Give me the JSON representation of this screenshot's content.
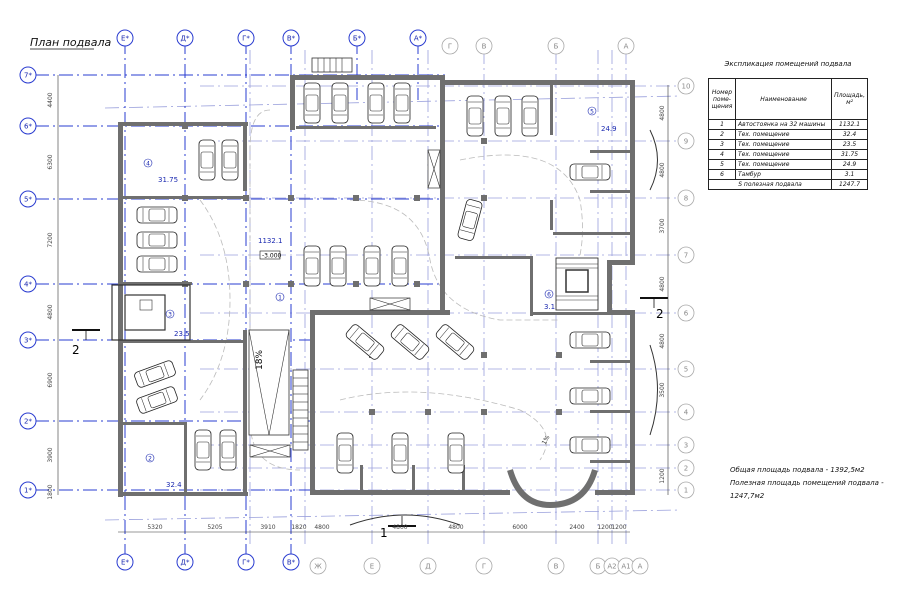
{
  "plan_title": "План подвала",
  "legend": {
    "caption": "Экспликация помещений подвала",
    "headers": {
      "num": "Номер поме- щения",
      "name": "Наименование",
      "area": "Площадь, м²"
    },
    "rows": [
      {
        "num": "1",
        "name": "Автостоянка на 32 машины",
        "area": "1132.1"
      },
      {
        "num": "2",
        "name": "Тех. помещение",
        "area": "32.4"
      },
      {
        "num": "3",
        "name": "Тех. помещение",
        "area": "23.5"
      },
      {
        "num": "4",
        "name": "Тех. помещение",
        "area": "31.75"
      },
      {
        "num": "5",
        "name": "Тех. помещение",
        "area": "24.9"
      },
      {
        "num": "6",
        "name": "Тамбур",
        "area": "3.1"
      }
    ],
    "total_row": {
      "name": "S полезная подвала",
      "area": "1247.7"
    }
  },
  "totals": {
    "gross": "Общая площадь подвала - 1392,5м2",
    "useful": "Полезная площадь помещений подвала - 1247,7м2"
  },
  "axes_left": [
    "7*",
    "6*",
    "5*",
    "4*",
    "3*",
    "2*",
    "1*"
  ],
  "axes_top": [
    "Е*",
    "Д*",
    "Г*",
    "В*",
    "Б*",
    "А*"
  ],
  "axes_top_faint": [
    "Г",
    "В",
    "Б",
    "А"
  ],
  "axes_right": [
    "10",
    "9",
    "8",
    "7",
    "6",
    "5",
    "4",
    "3",
    "2",
    "1"
  ],
  "axes_bottom": [
    "Е*",
    "Д*",
    "Г*",
    "В*"
  ],
  "axes_bottom_faint": [
    "Ж",
    "Е",
    "Д",
    "Г",
    "В",
    "Б",
    "А2",
    "А1",
    "А"
  ],
  "dims_left": [
    "4400",
    "6300",
    "7200",
    "4800",
    "6900",
    "3900",
    "1800"
  ],
  "dims_bottom": [
    "5320",
    "5205",
    "3910",
    "1820",
    "4800",
    "4800",
    "4800",
    "6000",
    "2400",
    "1200",
    "1200"
  ],
  "dims_right": [
    "4800",
    "4800",
    "3700",
    "4800",
    "4800",
    "3500",
    "1200"
  ],
  "rooms": {
    "r1": "1",
    "r2": "2",
    "r3": "3",
    "r4": "4",
    "r5": "5",
    "r6": "6",
    "a1": "1132.1",
    "a2": "32.4",
    "a3": "23.5",
    "a4": "31.75",
    "a5": "24.9",
    "a6": "3.1",
    "level": "-3.000",
    "ramp": "18%",
    "slope": "1%"
  },
  "section_marks": {
    "left": "2",
    "right": "2",
    "bottom": "1"
  },
  "colors": {
    "axis": "#2a3cd0",
    "wall": "#6f6f6f",
    "faint": "#a8a8a8"
  }
}
